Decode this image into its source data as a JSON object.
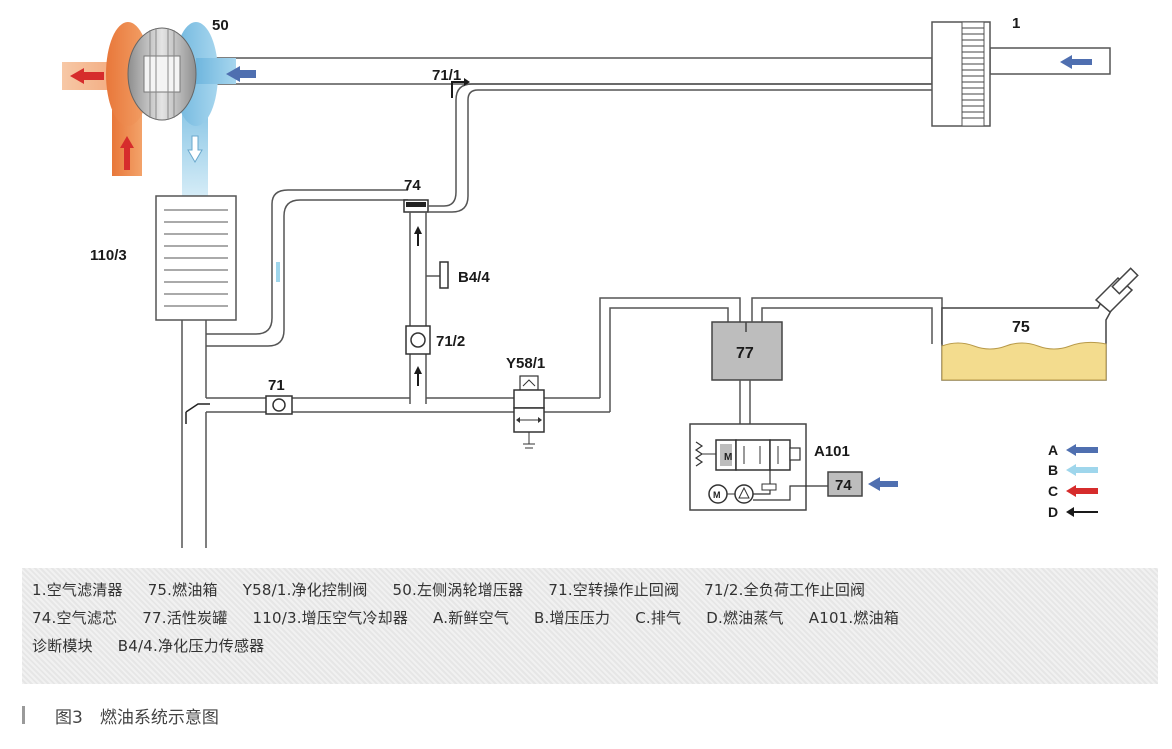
{
  "diagram": {
    "labels": {
      "l1": "1",
      "l50": "50",
      "l74a": "74",
      "l71_1": "71/1",
      "l110_3": "110/3",
      "lB4_4": "B4/4",
      "l71_2": "71/2",
      "l71": "71",
      "lY58_1": "Y58/1",
      "l77": "77",
      "l75": "75",
      "lA101": "A101",
      "l74b": "74",
      "lM": "M"
    },
    "legend": [
      {
        "key": "A",
        "color": "#4f6fb0"
      },
      {
        "key": "B",
        "color": "#9fd6ec"
      },
      {
        "key": "C",
        "color": "#d62c2c"
      },
      {
        "key": "D",
        "color": "#1a1a1a"
      }
    ],
    "colors": {
      "fresh_air": "#4f6fb0",
      "boost_pressure": "#9fd6ec",
      "exhaust": "#d62c2c",
      "fuel_vapor": "#1a1a1a",
      "fuel": "#f3dc8e",
      "canister": "#bdbdbd"
    }
  },
  "caption": {
    "lines": [
      [
        "1.空气滤清器",
        "75.燃油箱",
        "Y58/1.净化控制阀",
        "50.左侧涡轮增压器",
        "71.空转操作止回阀",
        "71/2.全负荷工作止回阀"
      ],
      [
        "74.空气滤芯",
        "77.活性炭罐",
        "110/3.增压空气冷却器",
        "A.新鲜空气",
        "B.增压压力",
        "C.排气",
        "D.燃油蒸气",
        "A101.燃油箱"
      ],
      [
        "诊断模块",
        "B4/4.净化压力传感器"
      ]
    ]
  },
  "figure_title": "图3　燃油系统示意图"
}
